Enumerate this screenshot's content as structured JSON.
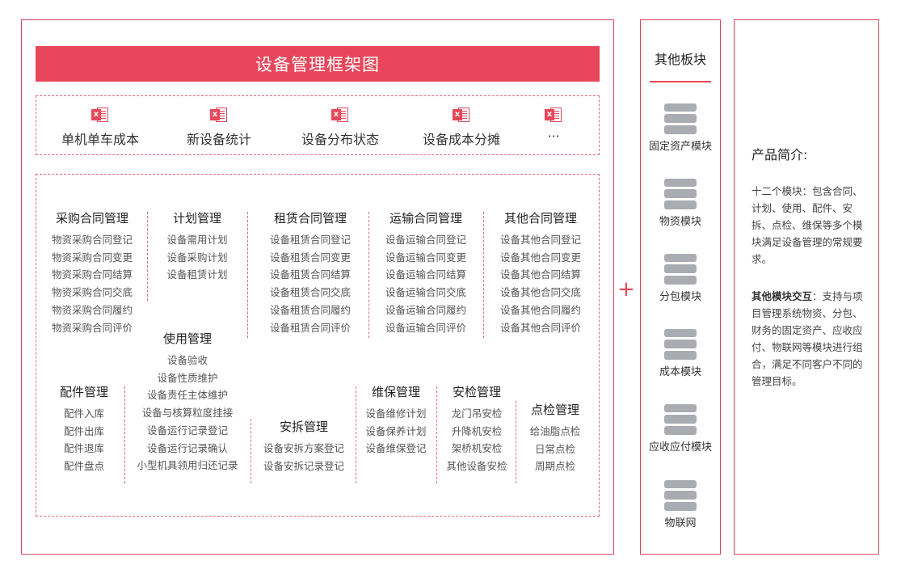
{
  "title": "设备管理框架图",
  "reports": [
    {
      "label": "单机单车成本"
    },
    {
      "label": "新设备统计"
    },
    {
      "label": "设备分布状态"
    },
    {
      "label": "设备成本分摊"
    },
    {
      "label": "···"
    }
  ],
  "report_icon_letter": "x",
  "modules": {
    "purchase": {
      "title": "采购合同管理",
      "items": [
        "物资采购合同登记",
        "物资采购合同变更",
        "物资采购合同结算",
        "物资采购合同交底",
        "物资采购合同履约",
        "物资采购合同评价"
      ]
    },
    "plan": {
      "title": "计划管理",
      "items": [
        "设备需用计划",
        "设备采购计划",
        "设备租赁计划"
      ]
    },
    "lease": {
      "title": "租赁合同管理",
      "items": [
        "设备租赁合同登记",
        "设备租赁合同变更",
        "设备租赁合同结算",
        "设备租赁合同交底",
        "设备租赁合同履约",
        "设备租赁合同评价"
      ]
    },
    "transport": {
      "title": "运输合同管理",
      "items": [
        "设备运输合同登记",
        "设备运输合同变更",
        "设备运输合同结算",
        "设备运输合同交底",
        "设备运输合同履约",
        "设备运输合同评价"
      ]
    },
    "other_contract": {
      "title": "其他合同管理",
      "items": [
        "设备其他合同登记",
        "设备其他合同变更",
        "设备其他合同结算",
        "设备其他合同交底",
        "设备其他合同履约",
        "设备其他合同评价"
      ]
    },
    "usage": {
      "title": "使用管理",
      "items": [
        "设备验收",
        "设备性质维护",
        "设备责任主体维护",
        "设备与核算粒度挂接",
        "设备运行记录登记",
        "设备运行记录确认",
        "小型机具领用归还记录"
      ]
    },
    "parts": {
      "title": "配件管理",
      "items": [
        "配件入库",
        "配件出库",
        "配件退库",
        "配件盘点"
      ]
    },
    "install": {
      "title": "安拆管理",
      "items": [
        "设备安拆方案登记",
        "设备安拆记录登记"
      ]
    },
    "maintenance": {
      "title": "维保管理",
      "items": [
        "设备维修计划",
        "设备保养计划",
        "设备维保登记"
      ]
    },
    "safety": {
      "title": "安检管理",
      "items": [
        "龙门吊安检",
        "升降机安检",
        "架桥机安检",
        "其他设备安检"
      ]
    },
    "inspection": {
      "title": "点检管理",
      "items": [
        "给油脂点检",
        "日常点检",
        "周期点检"
      ]
    }
  },
  "plus": "+",
  "other_modules": {
    "title": "其他板块",
    "items": [
      "固定资产模块",
      "物资模块",
      "分包模块",
      "成本模块",
      "应收应付模块",
      "物联网"
    ]
  },
  "intro": {
    "title": "产品简介:",
    "para1": "十二个模块：包含合同、计划、使用、配件、安拆、点检、维保等多个模块满足设备管理的常规要求。",
    "para2_bold": "其他模块交互",
    "para2": "：支持与项目管理系统物资、分包、财务的固定资产、应收应付、物联网等模块进行组合，满足不同客户不同的管理目标。"
  },
  "colors": {
    "accent": "#e8475b",
    "border": "#d9465a",
    "db_icon": "#a9acb1"
  }
}
